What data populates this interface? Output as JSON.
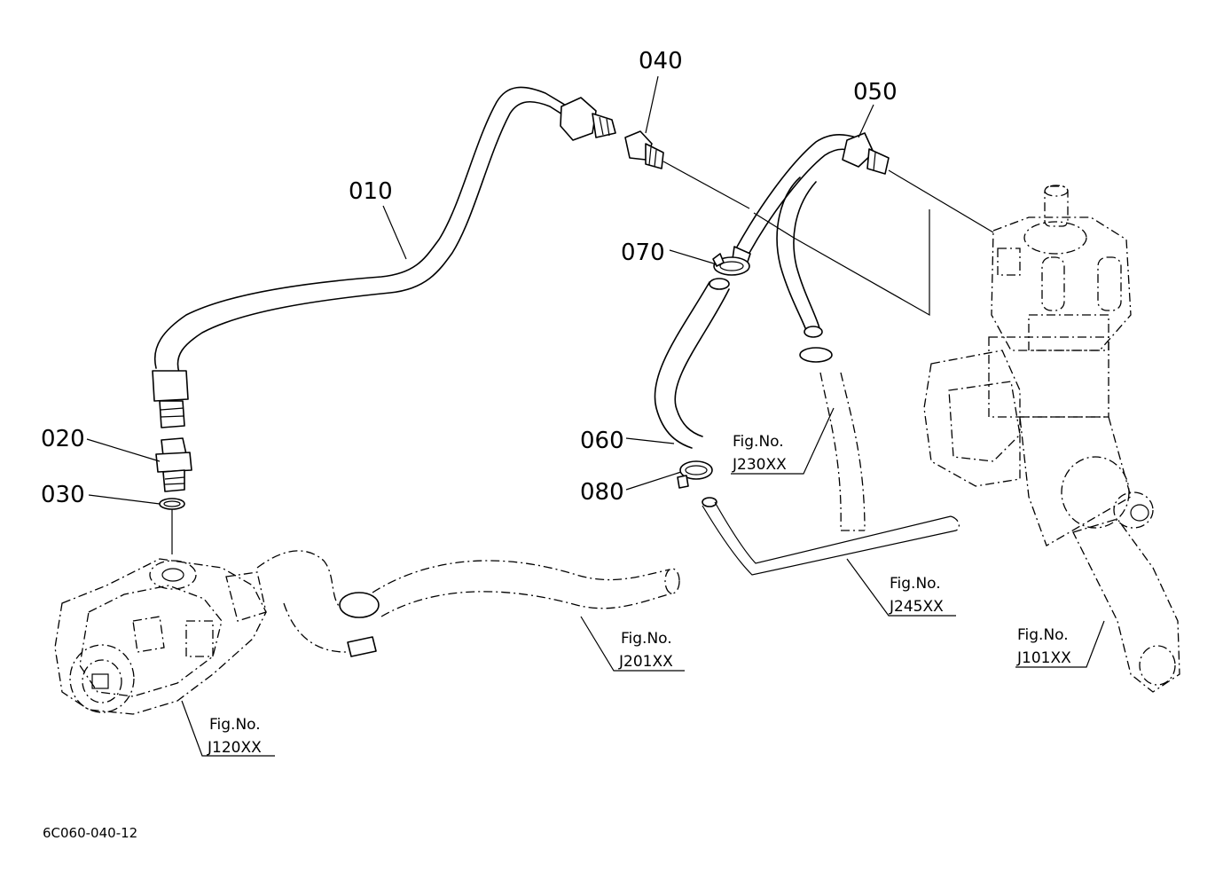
{
  "doc_id": "6C060-040-12",
  "parts": {
    "p010": "010",
    "p020": "020",
    "p030": "030",
    "p040": "040",
    "p050": "050",
    "p060": "060",
    "p070": "070",
    "p080": "080"
  },
  "figure_refs": {
    "j120": {
      "line1": "Fig.No.",
      "line2": "J120XX"
    },
    "j201": {
      "line1": "Fig.No.",
      "line2": "J201XX"
    },
    "j230": {
      "line1": "Fig.No.",
      "line2": "J230XX"
    },
    "j245": {
      "line1": "Fig.No.",
      "line2": "J245XX"
    },
    "j101": {
      "line1": "Fig.No.",
      "line2": "J101XX"
    }
  }
}
